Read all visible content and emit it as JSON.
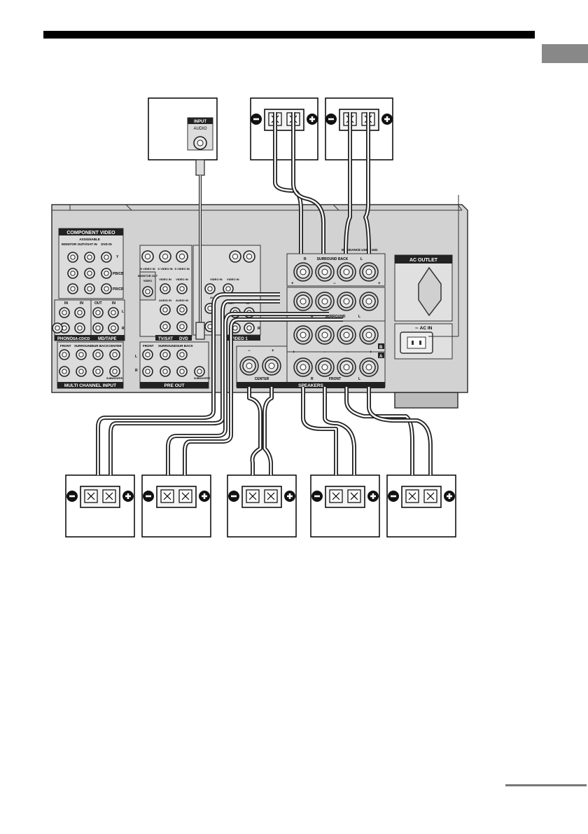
{
  "header": {
    "rule_color": "#000000",
    "tab_color": "#888888"
  },
  "subwoofer": {
    "input": "INPUT",
    "audio": "AUDIO"
  },
  "rear_panel": {
    "component_video": "COMPONENT VIDEO",
    "assignable": "ASSIGNABLE",
    "monitor_out": "MONITOR\nOUT",
    "tv_sat_in": "TV/SAT\nIN",
    "dvd_in": "DVD\nIN",
    "y": "Y",
    "pb_cb": "PB/CB",
    "pr_cr": "PR/CR",
    "s_video_in": "S VIDEO\nIN",
    "monitor_out_video": "MONITOR OUT",
    "video": "VIDEO",
    "video_in": "VIDEO\nIN",
    "audio_in": "AUDIO\nIN",
    "audio": "AUDIO",
    "in": "IN",
    "out": "OUT",
    "phono": "PHONO",
    "sa_cd_cd": "SA-CD/CD",
    "md_tape": "MD/TAPE",
    "tv_sat": "TV/SAT",
    "dvd": "DVD",
    "video1": "VIDEO 1",
    "front": "FRONT",
    "surround": "SURROUND",
    "sur_back": "SUR BACK",
    "center": "CENTER",
    "subwoofer": "SUBWOOFER",
    "multi_channel_input": "MULTI CHANNEL INPUT",
    "pre_out": "PRE OUT",
    "surround_back": "SURROUND BACK",
    "impedance": "IMPEDANCE USE 4-16Ω",
    "speakers": "SPEAKERS",
    "l": "L",
    "r": "R",
    "plus": "+",
    "minus": "−",
    "a": "A",
    "b": "B",
    "ac_outlet": "AC OUTLET",
    "ac_in": "∼ AC IN"
  },
  "icons": [
    "speaker-terminal-icon",
    "minus-icon",
    "plus-icon",
    "rca-jack-icon",
    "binding-post-icon",
    "ac-inlet-icon",
    "ac-outlet-icon"
  ]
}
